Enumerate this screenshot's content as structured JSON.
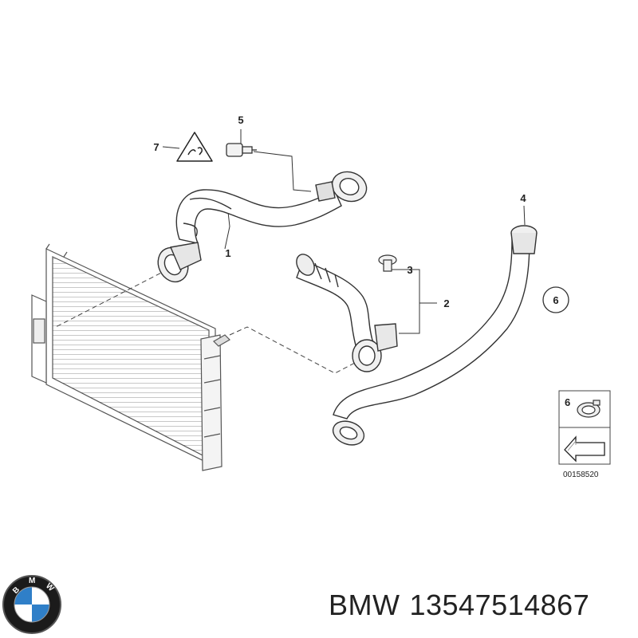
{
  "diagram": {
    "callouts": {
      "c1": "1",
      "c2": "2",
      "c3": "3",
      "c4": "4",
      "c5": "5",
      "c6_circle": "6",
      "c6_inset": "6",
      "c7": "7"
    },
    "reference_code": "00158520"
  },
  "footer": {
    "brand": "BMW",
    "part_number": "13547514867",
    "logo_letters": "BMW"
  }
}
